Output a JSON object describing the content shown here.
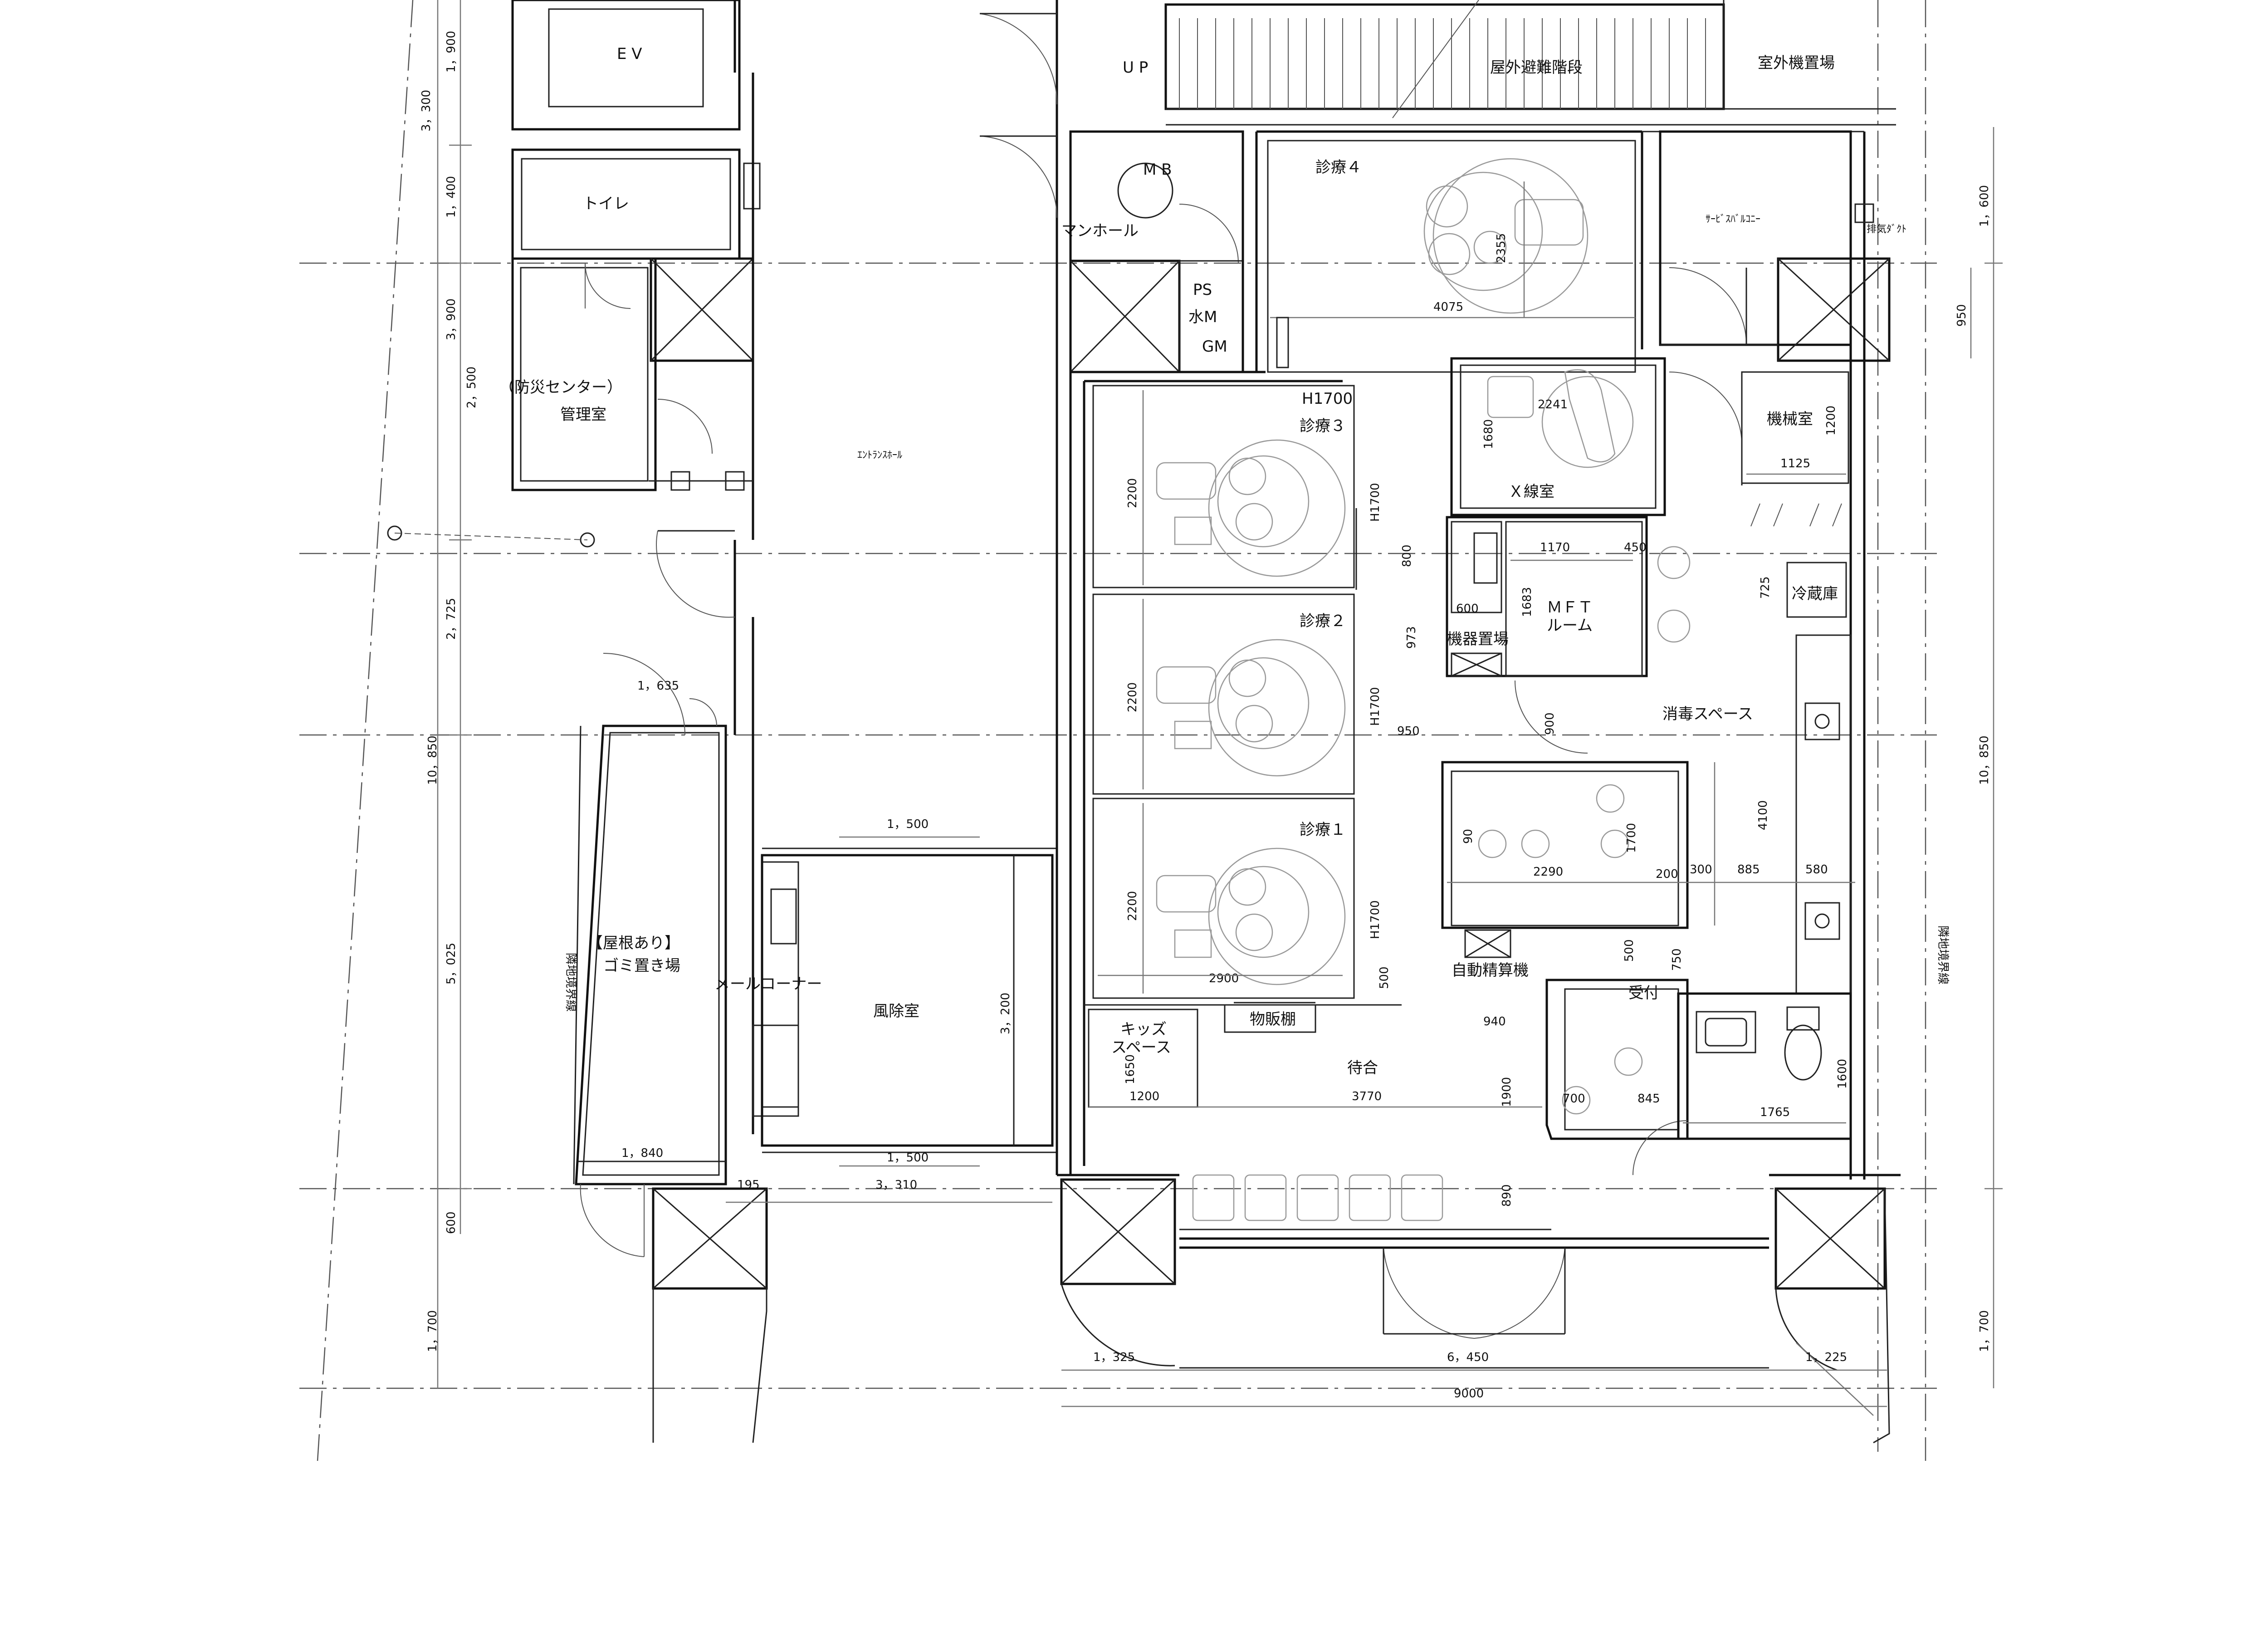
{
  "rooms": {
    "ev": "E V",
    "toilet_common": "トイレ",
    "bousai": "（防災センター）",
    "kanri": "管理室",
    "entrance_hall": "ｴﾝﾄﾗﾝｽﾎｰﾙ",
    "roof": "【屋根あり】",
    "gomi": "ゴミ置き場",
    "mail_corner": "メールコーナー",
    "fujo": "風除室",
    "up": "U P",
    "outdoor_stair": "屋外避難階段",
    "outdoor_unit": "室外機置場",
    "mb": "M B",
    "manhole": "マンホール",
    "ps": "PS",
    "water_m": "水M",
    "gm": "GM",
    "shinryo4": "診療４",
    "shinryo3": "診療３",
    "shinryo2": "診療２",
    "shinryo1": "診療１",
    "service_balcony": "ｻｰﾋﾞｽﾊﾞﾙｺﾆｰ",
    "exhaust_duct": "排気ﾀﾞｸﾄ",
    "xray": "Ｘ線室",
    "kikaishitsu": "機械室",
    "mft_1": "ＭＦＴ",
    "mft_2": "ルーム",
    "kiki_okiba": "機器置場",
    "reizoko": "冷蔵庫",
    "shodoku": "消毒スペース",
    "jido": "自動精算機",
    "uketsuke": "受付",
    "buppan": "物販棚",
    "kids_1": "キッズ",
    "kids_2": "スペース",
    "machiai": "待合",
    "rinchi": "隣地境界線",
    "h1700": "H1700"
  },
  "dims": {
    "d3300": "3，300",
    "d1900": "1，900",
    "d1400": "1，400",
    "d3900": "3，900",
    "d2500": "2，500",
    "d2725": "2，725",
    "d10850": "10，850",
    "d5025": "5，025",
    "d600": "600",
    "d1700": "1，700",
    "d1635": "1，635",
    "d1500": "1，500",
    "d3200": "3，200",
    "d1840": "1，840",
    "d195": "195",
    "d3310": "3，310",
    "d1325": "1，325",
    "d6450": "6，450",
    "d1225": "1，225",
    "d9000": "9000",
    "d1600": "1，600",
    "d950": "950",
    "v4075": "4075",
    "v2355": "2355",
    "v2200": "2200",
    "v2241": "2241",
    "v1680": "1680",
    "v1200": "1200",
    "v1125": "1125",
    "v800": "800",
    "v1170": "1170",
    "v450": "450",
    "v725": "725",
    "v600": "600",
    "v1683": "1683",
    "v973": "973",
    "v900": "900",
    "v950": "950",
    "v4100": "4100",
    "v90": "90",
    "v1700": "1700",
    "v2290": "2290",
    "v200": "200",
    "v300": "300",
    "v885": "885",
    "v580": "580",
    "v2900": "2900",
    "v500": "500",
    "v750": "750",
    "v940": "940",
    "v1650": "1650",
    "v1900": "1900",
    "v3770": "3770",
    "v700": "700",
    "v845": "845",
    "v1765": "1765",
    "v890": "890",
    "v1600": "1600"
  }
}
